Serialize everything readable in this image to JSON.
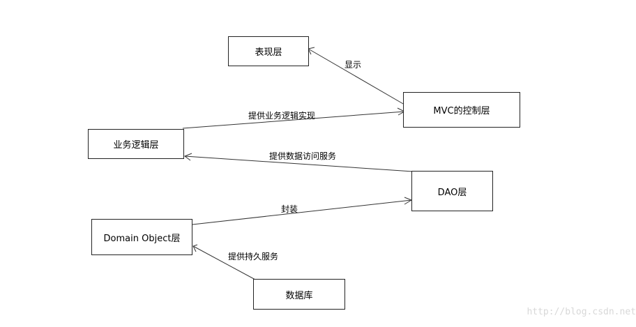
{
  "nodes": {
    "presentation": "表现层",
    "mvc_controller": "MVC的控制层",
    "business_logic": "业务逻辑层",
    "dao": "DAO层",
    "domain_object": "Domain Object层",
    "database": "数据库"
  },
  "edges": {
    "display": "显示",
    "provide_business_logic": "提供业务逻辑实现",
    "provide_data_access": "提供数据访问服务",
    "encapsulate": "封装",
    "provide_persistence": "提供持久服务"
  },
  "watermark": "http://blog.csdn.net"
}
